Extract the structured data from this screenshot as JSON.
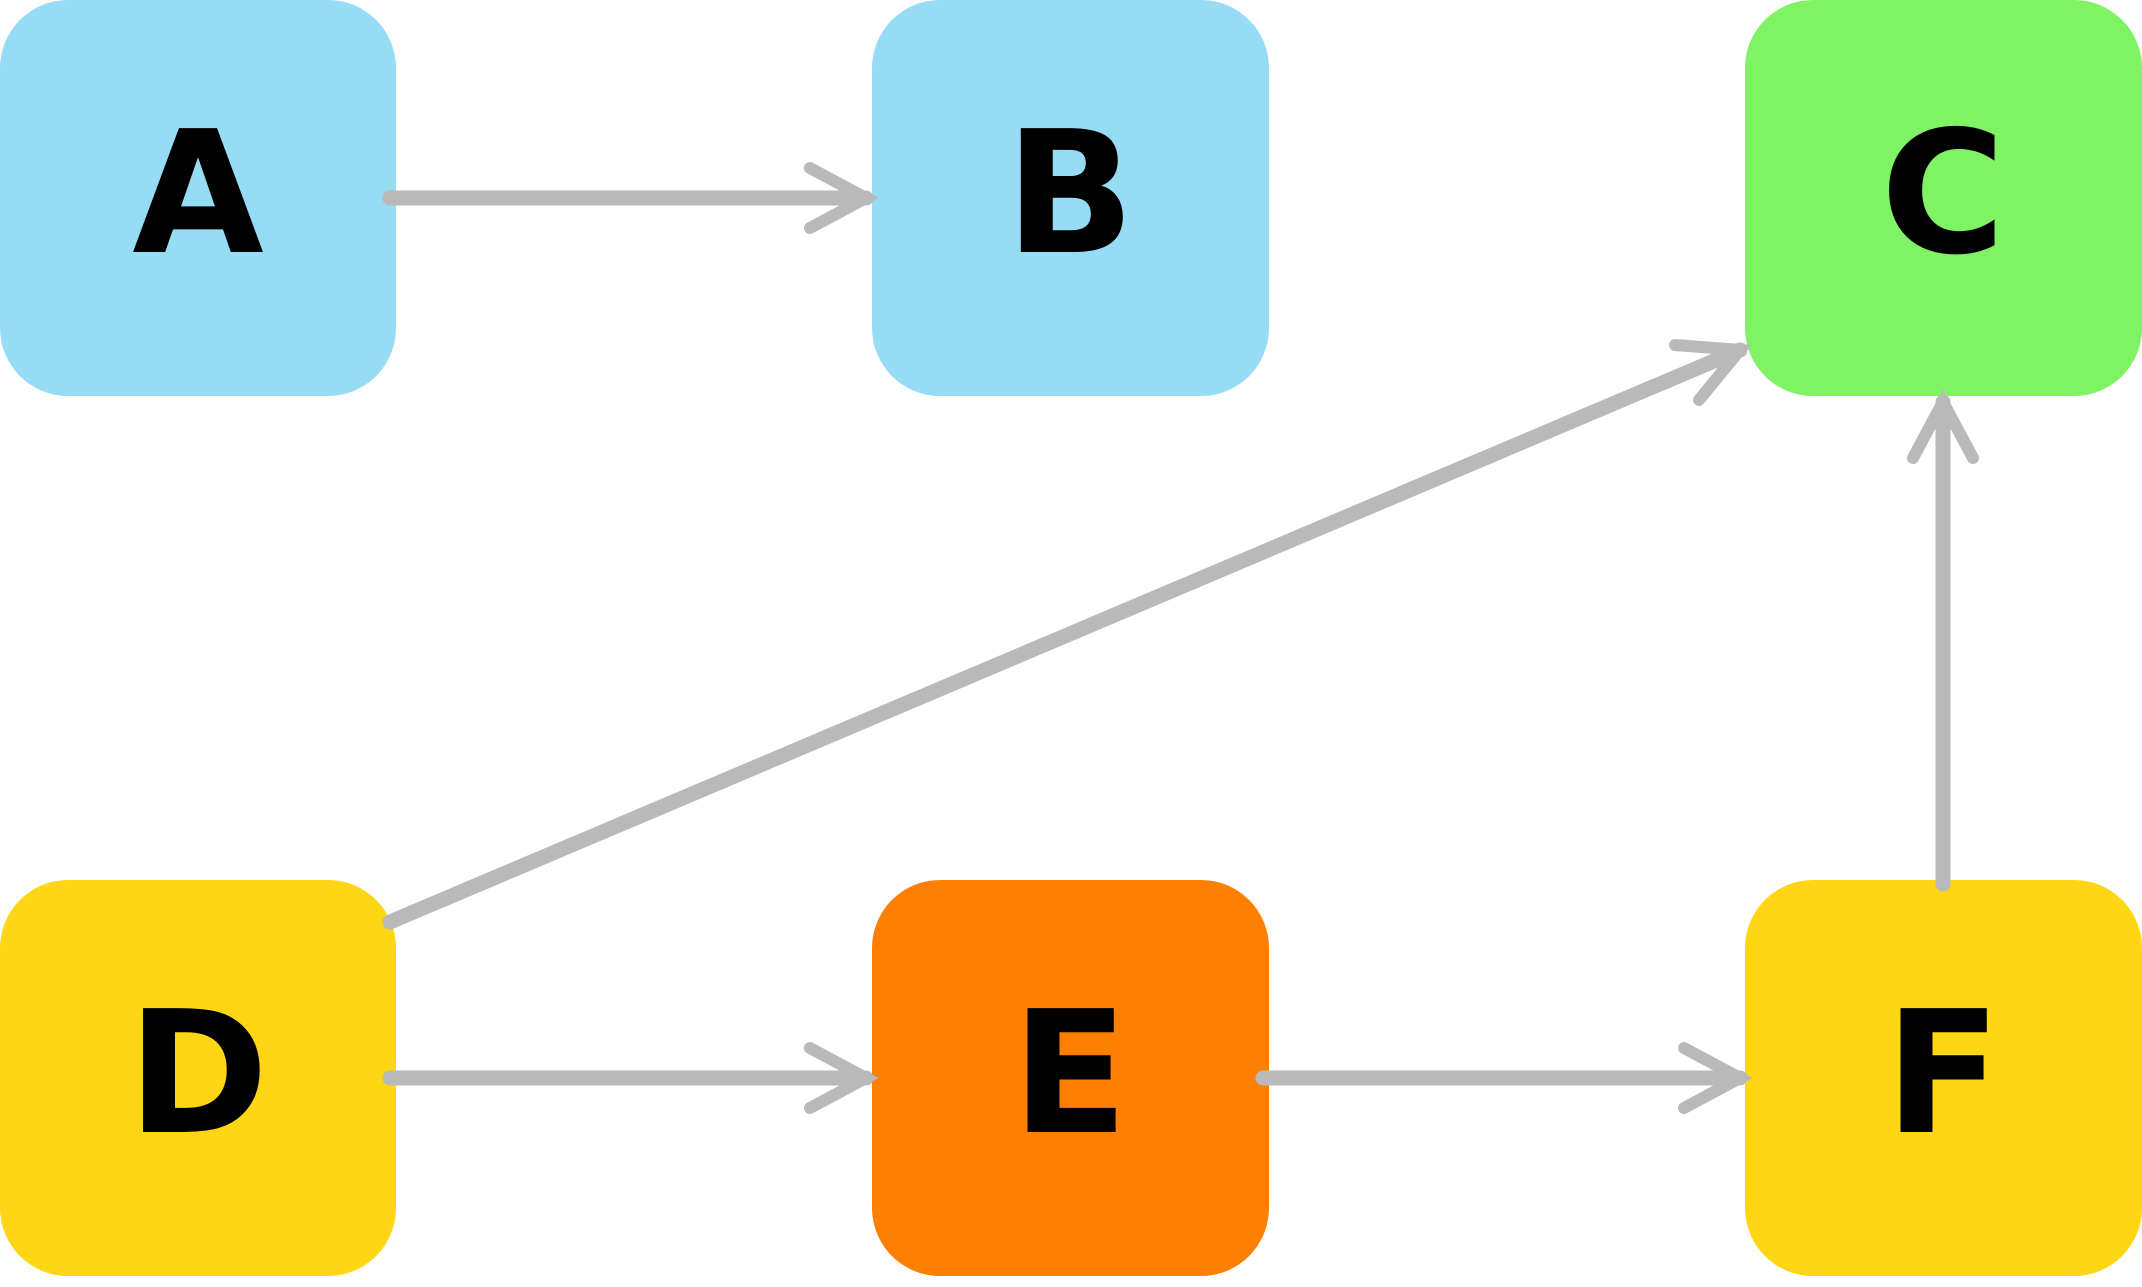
{
  "nodes": [
    {
      "id": "A",
      "label": "A",
      "color": "#97dcf5"
    },
    {
      "id": "B",
      "label": "B",
      "color": "#97dcf5"
    },
    {
      "id": "C",
      "label": "C",
      "color": "#7ff363"
    },
    {
      "id": "D",
      "label": "D",
      "color": "#fed613"
    },
    {
      "id": "E",
      "label": "E",
      "color": "#ff7f00"
    },
    {
      "id": "F",
      "label": "F",
      "color": "#fed613"
    }
  ],
  "edges": [
    {
      "from": "A",
      "to": "B"
    },
    {
      "from": "D",
      "to": "C"
    },
    {
      "from": "F",
      "to": "C"
    },
    {
      "from": "D",
      "to": "E"
    },
    {
      "from": "E",
      "to": "F"
    }
  ],
  "edge_color": "#b9b9b9"
}
